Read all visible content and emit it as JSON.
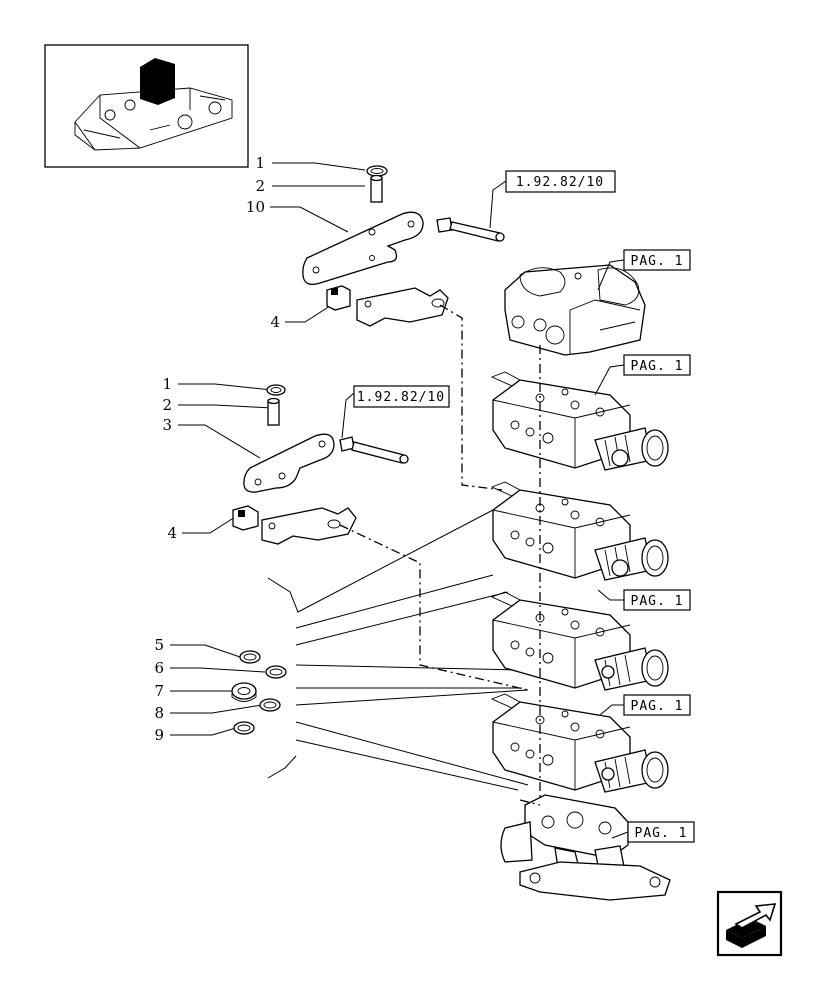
{
  "callouts": {
    "top": [
      "1",
      "2",
      "10",
      "4"
    ],
    "middle": [
      "1",
      "2",
      "3",
      "4"
    ],
    "seals": [
      "5",
      "6",
      "7",
      "8",
      "9"
    ]
  },
  "references": {
    "ref_top": "1.92.82/10",
    "ref_middle": "1.92.82/10",
    "page_refs": [
      "PAG. 1",
      "PAG. 1",
      "PAG. 1",
      "PAG. 1",
      "PAG. 1"
    ]
  },
  "icons": {
    "thumbnail": "tractor-rear-housing-thumbnail",
    "next_page": "next-page-arrow-icon"
  }
}
